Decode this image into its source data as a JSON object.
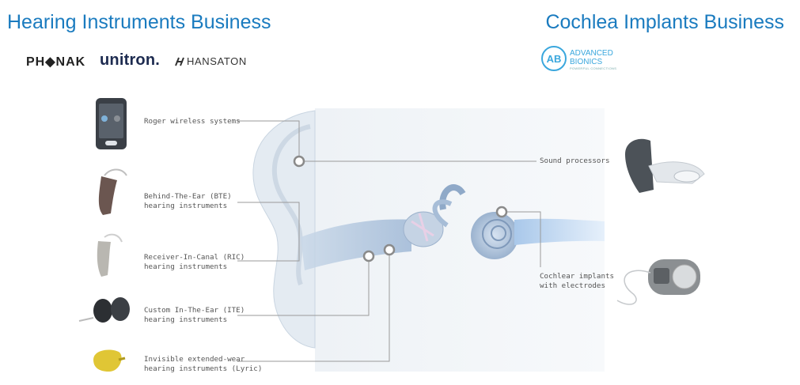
{
  "header": {
    "left_title": "Hearing Instruments Business",
    "right_title": "Cochlea Implants Business"
  },
  "brands": {
    "phonak": "PH◆NAK",
    "unitron": "unitron.",
    "hansaton": "HANSATON",
    "advanced_bionics": {
      "mark": "AB",
      "line1": "ADVANCED",
      "line2": "BIONICS",
      "tagline": "POWERFUL CONNECTIONS"
    }
  },
  "products_left": [
    {
      "line1": "Roger wireless systems",
      "line2": ""
    },
    {
      "line1": "Behind-The-Ear (BTE)",
      "line2": "hearing instruments"
    },
    {
      "line1": "Receiver-In-Canal (RIC)",
      "line2": "hearing instruments"
    },
    {
      "line1": "Custom In-The-Ear (ITE)",
      "line2": "hearing instruments"
    },
    {
      "line1": "Invisible extended-wear",
      "line2": "hearing instruments (Lyric)"
    }
  ],
  "products_right": [
    {
      "line1": "Sound processors",
      "line2": ""
    },
    {
      "line1": "Cochlear implants",
      "line2": "with electrodes"
    }
  ],
  "colors": {
    "heading_blue": "#1a7bbf",
    "ab_blue": "#3aa7dd",
    "leader_line": "#9a9a9a"
  },
  "icons": [
    "roger-device-icon",
    "bte-hearing-aid-icon",
    "ric-hearing-aid-icon",
    "ite-hearing-aid-icon",
    "lyric-hearing-aid-icon",
    "sound-processor-icon",
    "cochlear-implant-icon",
    "ear-anatomy-illustration"
  ]
}
